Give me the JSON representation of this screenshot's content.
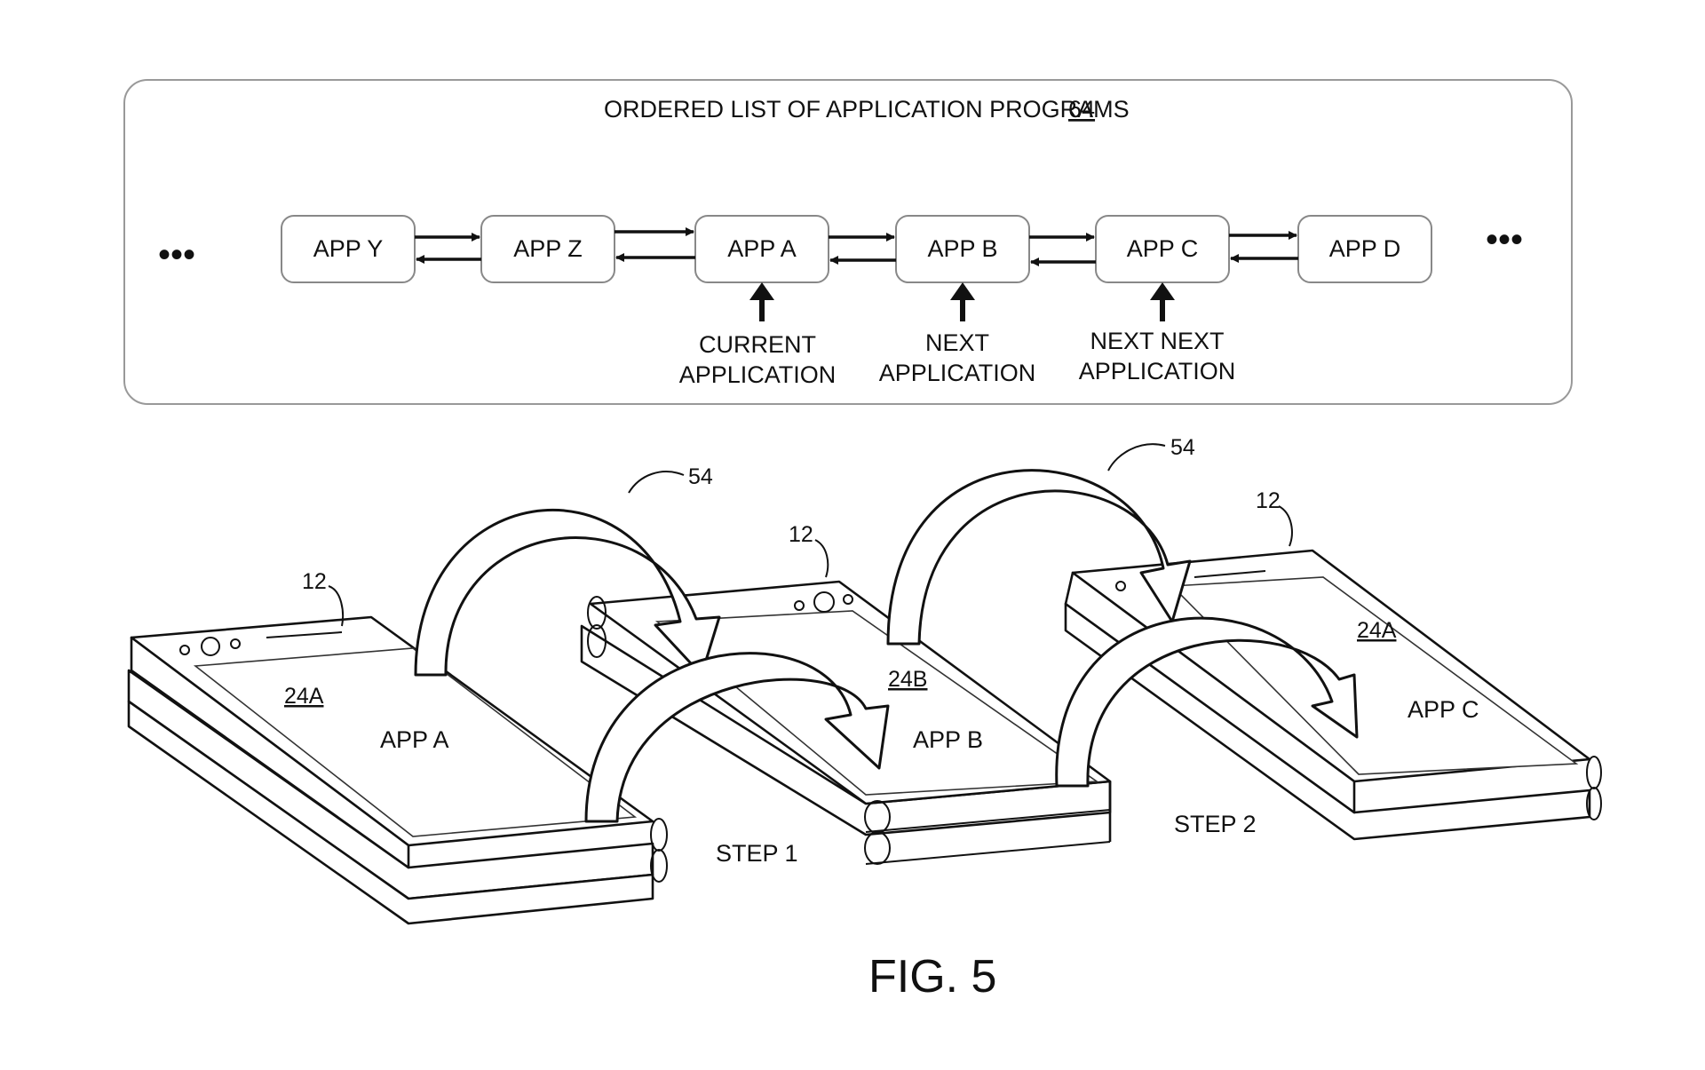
{
  "ordered_list": {
    "title": "ORDERED LIST OF APPLICATION PROGRAMS",
    "ref": "64",
    "apps": [
      "APP Y",
      "APP Z",
      "APP A",
      "APP B",
      "APP C",
      "APP D"
    ],
    "ellipsis": "•••",
    "labels": {
      "current": [
        "CURRENT",
        "APPLICATION"
      ],
      "next": [
        "NEXT",
        "APPLICATION"
      ],
      "next_next": [
        "NEXT NEXT",
        "APPLICATION"
      ]
    }
  },
  "devices": [
    {
      "ref": "12",
      "display_ref": "24A",
      "app": "APP A"
    },
    {
      "ref": "12",
      "display_ref": "24B",
      "app": "APP B"
    },
    {
      "ref": "12",
      "display_ref": "24A",
      "app": "APP C"
    }
  ],
  "gestures": {
    "ref_left": "54",
    "ref_right": "54"
  },
  "steps": [
    "STEP 1",
    "STEP 2"
  ],
  "figure_label": "FIG. 5"
}
